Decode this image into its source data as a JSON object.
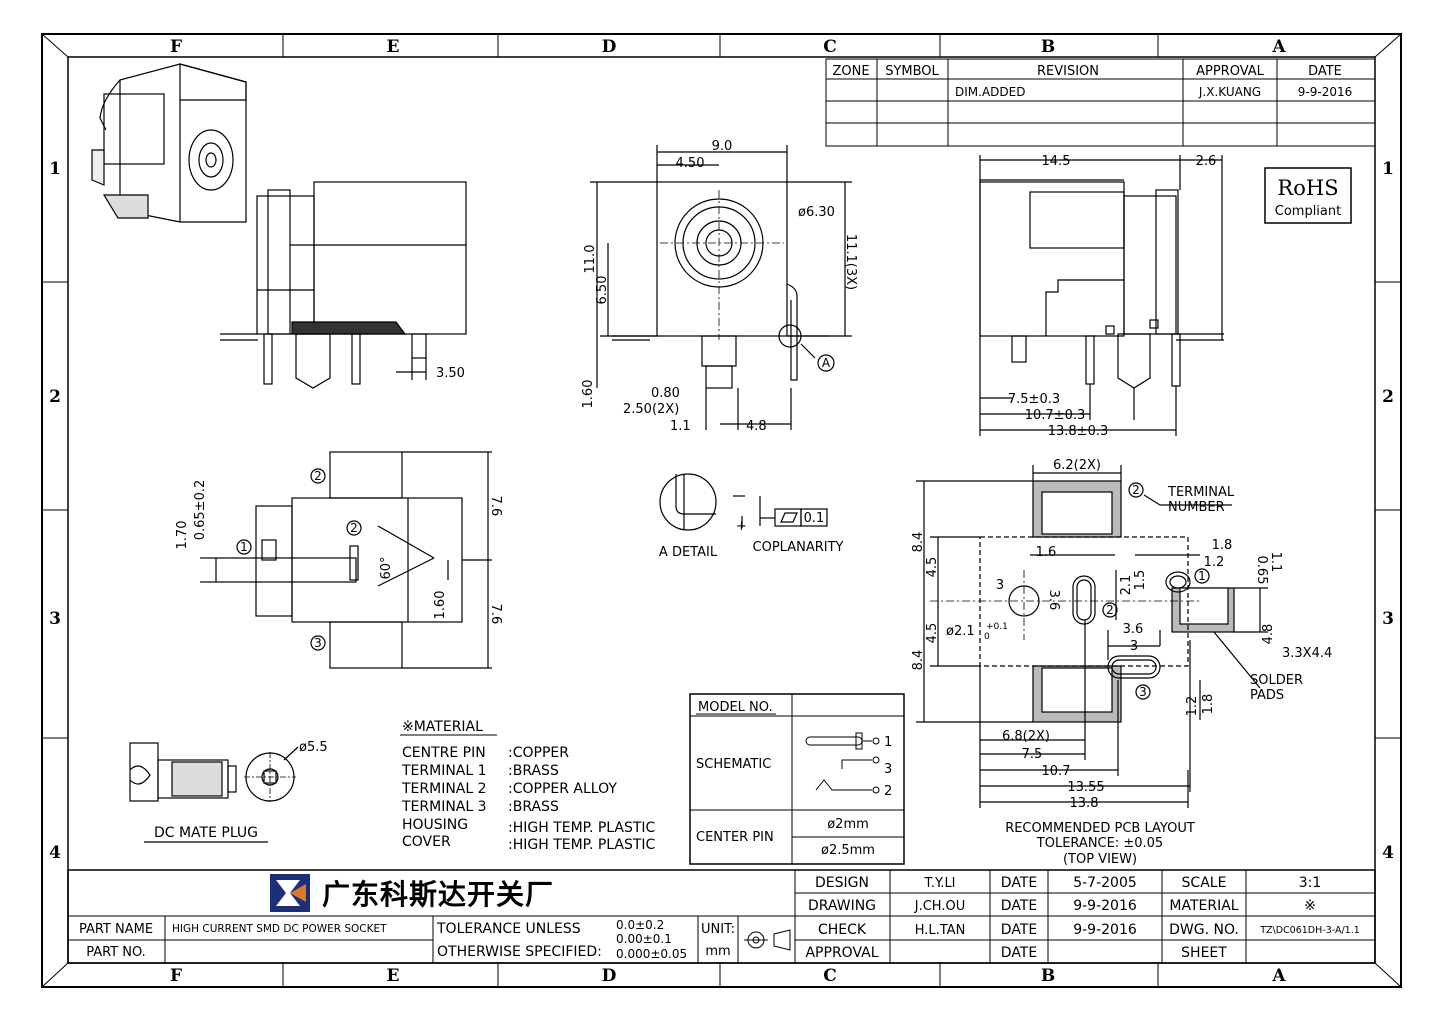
{
  "border": {
    "column_labels": [
      "F",
      "E",
      "D",
      "C",
      "B",
      "A"
    ],
    "row_labels": [
      "1",
      "2",
      "3",
      "4"
    ]
  },
  "revision_table": {
    "headers": [
      "ZONE",
      "SYMBOL",
      "REVISION",
      "APPROVAL",
      "DATE"
    ],
    "rows": [
      [
        "",
        "",
        "DIM.ADDED",
        "J.X.KUANG",
        "9-9-2016"
      ],
      [
        "",
        "",
        "",
        "",
        ""
      ],
      [
        "",
        "",
        "",
        "",
        ""
      ]
    ]
  },
  "rohs": {
    "title": "RoHS",
    "subtitle": "Compliant"
  },
  "side_view_left": {
    "dims": [
      "3.50"
    ]
  },
  "front_view": {
    "dims": [
      "9.0",
      "4.50",
      "ø6.30",
      "11.0",
      "6.50",
      "11.1(3X)",
      "1.60",
      "0.80",
      "2.50(2X)",
      "1.1",
      "4.8"
    ],
    "callout": "A"
  },
  "side_view_right": {
    "dims": [
      "14.5",
      "2.6",
      "7.5±0.3",
      "10.7±0.3",
      "13.8±0.3"
    ]
  },
  "bottom_view": {
    "dims": [
      "1.70",
      "0.65±0.2",
      "7.6",
      "7.6",
      "60°",
      "1.60"
    ],
    "pins": [
      "1",
      "2",
      "2",
      "3"
    ]
  },
  "detail": {
    "label": "A DETAIL",
    "coplanarity_label": "COPLANARITY",
    "coplanarity_value": "0.1"
  },
  "pcb_layout": {
    "dims": [
      "6.2(2X)",
      "8.4",
      "4.5",
      "4.5",
      "8.4",
      "1.6",
      "1.8",
      "1.2",
      "0.65",
      "1.1",
      "3",
      "3.6",
      "2.1",
      "1.5",
      "ø2.1",
      "+0.1",
      "0",
      "3.6",
      "3",
      "4.8",
      "3.3X4.4",
      "1.2",
      "1.8",
      "6.8(2X)",
      "7.5",
      "10.7",
      "13.55",
      "13.8"
    ],
    "terminal_number": "TERMINAL\nNUMBER",
    "terminal_number_lines": [
      "TERMINAL",
      "NUMBER"
    ],
    "solder_pads_lines": [
      "SOLDER",
      "PADS"
    ],
    "pins": [
      "1",
      "2",
      "3",
      "2"
    ],
    "caption_lines": [
      "RECOMMENDED PCB LAYOUT",
      "TOLERANCE: ±0.05",
      "(TOP VIEW)"
    ]
  },
  "mate_plug": {
    "label": "DC MATE PLUG",
    "dim": "ø5.5"
  },
  "material": {
    "title": "※MATERIAL",
    "rows": [
      {
        "part": "CENTRE PIN",
        "material": ":COPPER"
      },
      {
        "part": "TERMINAL 1",
        "material": ":BRASS"
      },
      {
        "part": "TERMINAL 2",
        "material": ":COPPER ALLOY"
      },
      {
        "part": "TERMINAL 3",
        "material": ":BRASS"
      },
      {
        "part": "HOUSING",
        "material": ":HIGH TEMP. PLASTIC"
      },
      {
        "part": "COVER",
        "material": ":HIGH TEMP. PLASTIC"
      }
    ]
  },
  "model_table": {
    "model_no_label": "MODEL NO.",
    "schematic_label": "SCHEMATIC",
    "schematic_pins": [
      "1",
      "3",
      "2"
    ],
    "center_pin_label": "CENTER PIN",
    "center_pin_values": [
      "ø2mm",
      "ø2.5mm"
    ]
  },
  "title_block": {
    "company": "广东科斯达开关厂",
    "part_name_label": "PART NAME",
    "part_name": "HIGH CURRENT SMD DC POWER SOCKET",
    "part_no_label": "PART NO.",
    "part_no": "",
    "tolerance_line1": "TOLERANCE UNLESS",
    "tolerance_line2": "OTHERWISE SPECIFIED:",
    "tolerance_values": [
      "0.0±0.2",
      "0.00±0.1",
      "0.000±0.05"
    ],
    "unit_label": "UNIT:",
    "unit_value": "mm",
    "roles": [
      "DESIGN",
      "DRAWING",
      "CHECK",
      "APPROVAL"
    ],
    "names": [
      "T.Y.LI",
      "J.CH.OU",
      "H.L.TAN",
      ""
    ],
    "date_label": "DATE",
    "dates": [
      "5-7-2005",
      "9-9-2016",
      "9-9-2016",
      ""
    ],
    "scale_label": "SCALE",
    "scale": "3:1",
    "material_label": "MATERIAL",
    "material": "※",
    "dwg_label": "DWG. NO.",
    "dwg_no": "TZ\\DC061DH-3-A/1.1",
    "sheet_label": "SHEET",
    "sheet": ""
  }
}
